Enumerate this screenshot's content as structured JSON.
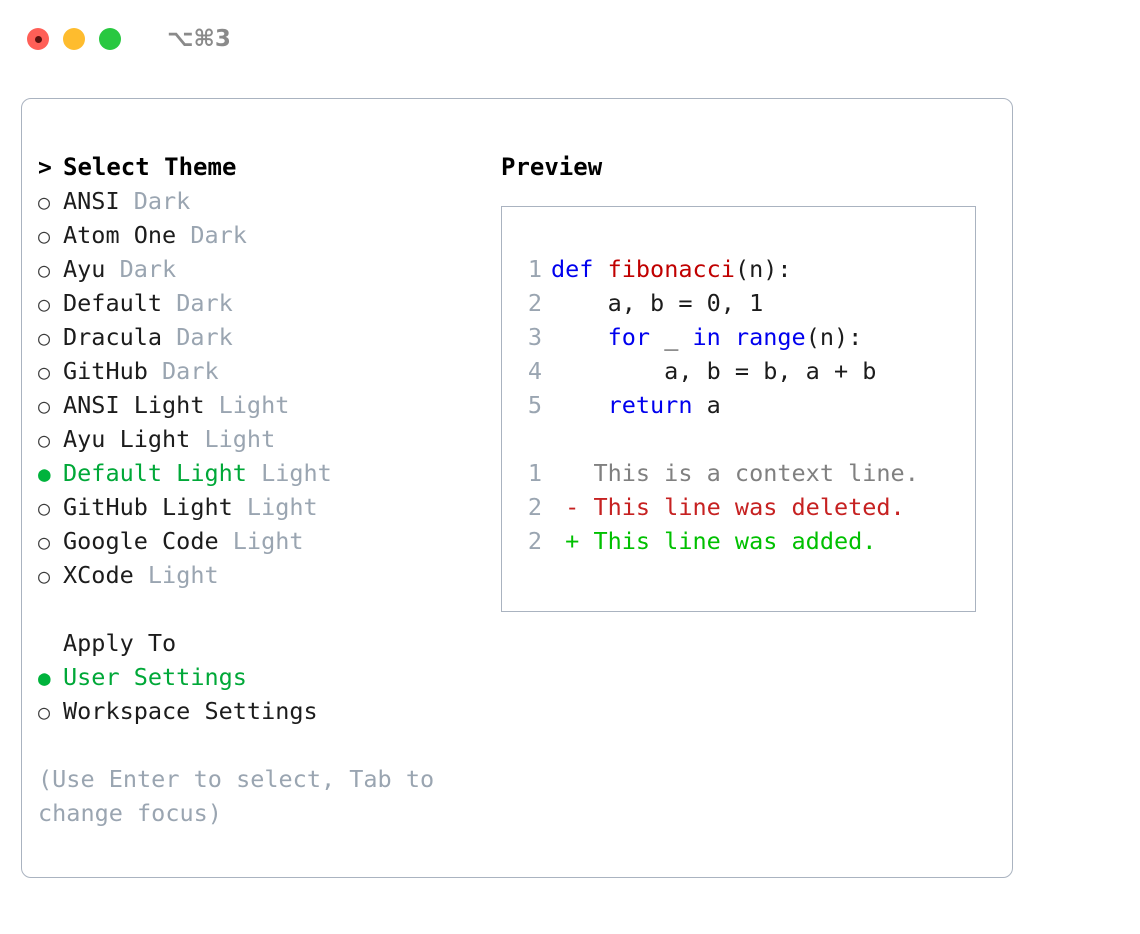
{
  "titlebar": {
    "shortcut": "⌥⌘3",
    "buttons": [
      {
        "name": "close",
        "color": "#ff5f57"
      },
      {
        "name": "minimize",
        "color": "#febc2e"
      },
      {
        "name": "maximize",
        "color": "#28c840"
      }
    ]
  },
  "theme_picker": {
    "header_marker": ">",
    "header_label": "Select Theme",
    "unselected_marker": "○",
    "selected_marker": "●",
    "items": [
      {
        "name": "ANSI",
        "category": "Dark",
        "selected": false
      },
      {
        "name": "Atom One",
        "category": "Dark",
        "selected": false
      },
      {
        "name": "Ayu",
        "category": "Dark",
        "selected": false
      },
      {
        "name": "Default",
        "category": "Dark",
        "selected": false
      },
      {
        "name": "Dracula",
        "category": "Dark",
        "selected": false
      },
      {
        "name": "GitHub",
        "category": "Dark",
        "selected": false
      },
      {
        "name": "ANSI Light",
        "category": "Light",
        "selected": false
      },
      {
        "name": "Ayu Light",
        "category": "Light",
        "selected": false
      },
      {
        "name": "Default Light",
        "category": "Light",
        "selected": true
      },
      {
        "name": "GitHub Light",
        "category": "Light",
        "selected": false
      },
      {
        "name": "Google Code",
        "category": "Light",
        "selected": false
      },
      {
        "name": "XCode",
        "category": "Light",
        "selected": false
      }
    ]
  },
  "apply_to": {
    "label": "Apply To",
    "options": [
      {
        "label": "User Settings",
        "selected": true
      },
      {
        "label": "Workspace Settings",
        "selected": false
      }
    ]
  },
  "hint": "(Use Enter to select, Tab to change focus)",
  "preview": {
    "title": "Preview",
    "code_lines": [
      {
        "num": "1",
        "tokens": [
          {
            "t": "def",
            "c": "kw"
          },
          {
            "t": " ",
            "c": "plain"
          },
          {
            "t": "fibonacci",
            "c": "fn"
          },
          {
            "t": "(n):",
            "c": "plain"
          }
        ]
      },
      {
        "num": "2",
        "tokens": [
          {
            "t": "    a, b = 0, 1",
            "c": "plain"
          }
        ]
      },
      {
        "num": "3",
        "tokens": [
          {
            "t": "    ",
            "c": "plain"
          },
          {
            "t": "for",
            "c": "kw"
          },
          {
            "t": " _ ",
            "c": "plain"
          },
          {
            "t": "in",
            "c": "kw"
          },
          {
            "t": " ",
            "c": "plain"
          },
          {
            "t": "range",
            "c": "kw"
          },
          {
            "t": "(n):",
            "c": "plain"
          }
        ]
      },
      {
        "num": "4",
        "tokens": [
          {
            "t": "        a, b = b, a + b",
            "c": "plain"
          }
        ]
      },
      {
        "num": "5",
        "tokens": [
          {
            "t": "    ",
            "c": "plain"
          },
          {
            "t": "return",
            "c": "kw"
          },
          {
            "t": " a",
            "c": "plain"
          }
        ]
      }
    ],
    "diff_lines": [
      {
        "num": "1",
        "sign": " ",
        "text": "This is a context line.",
        "kind": "ctx"
      },
      {
        "num": "2",
        "sign": "-",
        "text": "This line was deleted.",
        "kind": "del"
      },
      {
        "num": "2",
        "sign": "+",
        "text": "This line was added.",
        "kind": "add"
      }
    ]
  },
  "colors": {
    "selected_green": "#00a838",
    "marker_green": "#00b33c",
    "muted": "#9aa5b1",
    "border": "#aab3c0",
    "keyword_blue": "#0000ee",
    "function_red": "#c00000",
    "diff_deleted": "#c62121",
    "diff_added": "#00c000",
    "context_gray": "#808080"
  }
}
